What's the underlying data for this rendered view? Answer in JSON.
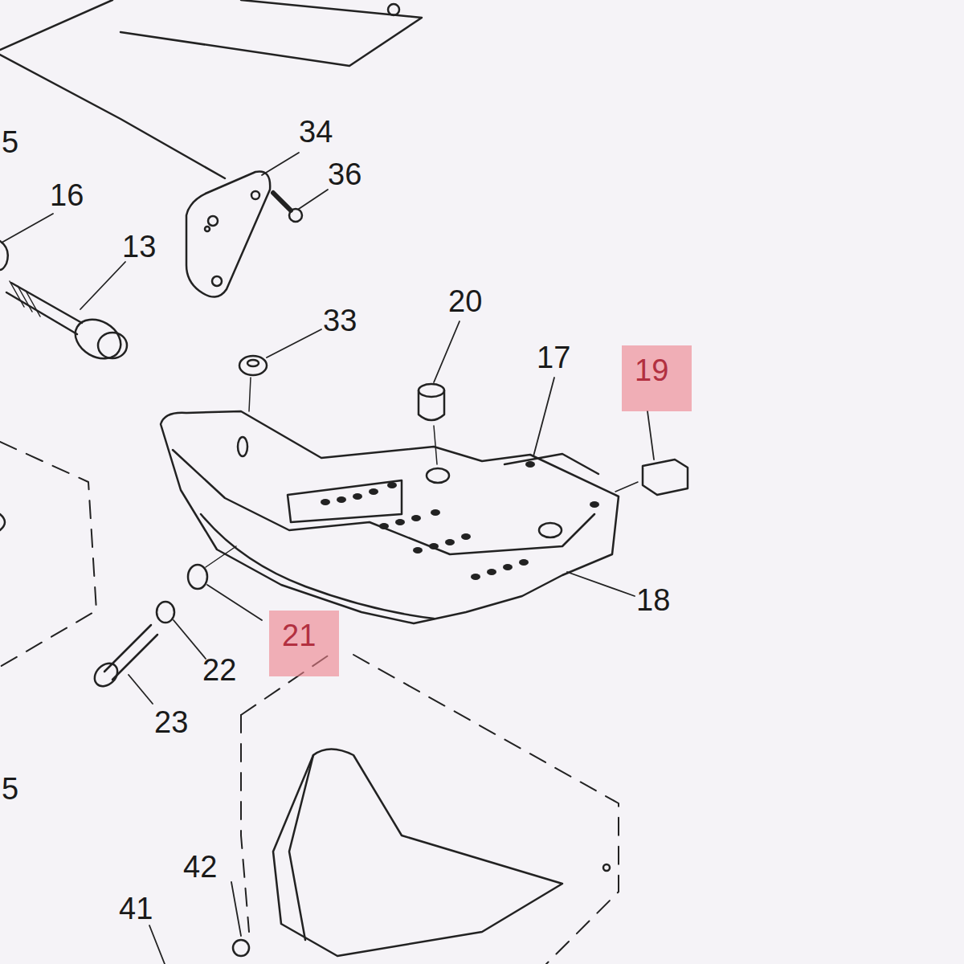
{
  "diagram": {
    "nodes": [
      {
        "text": [
          "19"
        ]
      },
      {
        "text": [
          "21"
        ]
      }
    ],
    "labels": [
      "5",
      "34",
      "36",
      "16",
      "13",
      "33",
      "20",
      "17",
      "18",
      "22",
      "23",
      "5",
      "42",
      "41"
    ]
  }
}
